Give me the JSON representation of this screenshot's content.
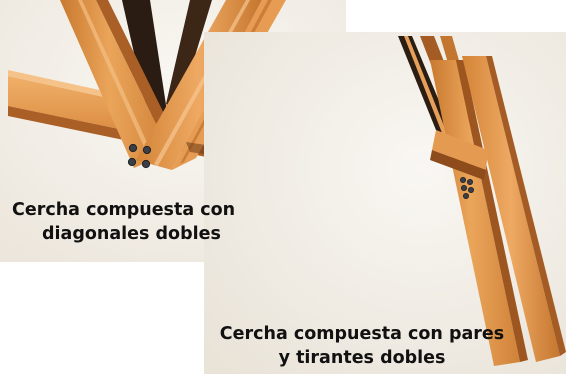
{
  "figure": {
    "images": [
      {
        "caption_lines": [
          "Cercha compuesta con",
          "diagonales dobles"
        ]
      },
      {
        "caption_lines": [
          "Cercha compuesta con pares",
          "y tirantes dobles"
        ]
      }
    ]
  },
  "colors": {
    "wood_light": "#e9a055",
    "wood_mid": "#d8893f",
    "wood_dark": "#b86a2a",
    "wood_shadow": "#6b3a16",
    "bolt": "#3a3f46",
    "backdrop_left": "#f3efe8",
    "backdrop_right": "#f1ede6"
  }
}
